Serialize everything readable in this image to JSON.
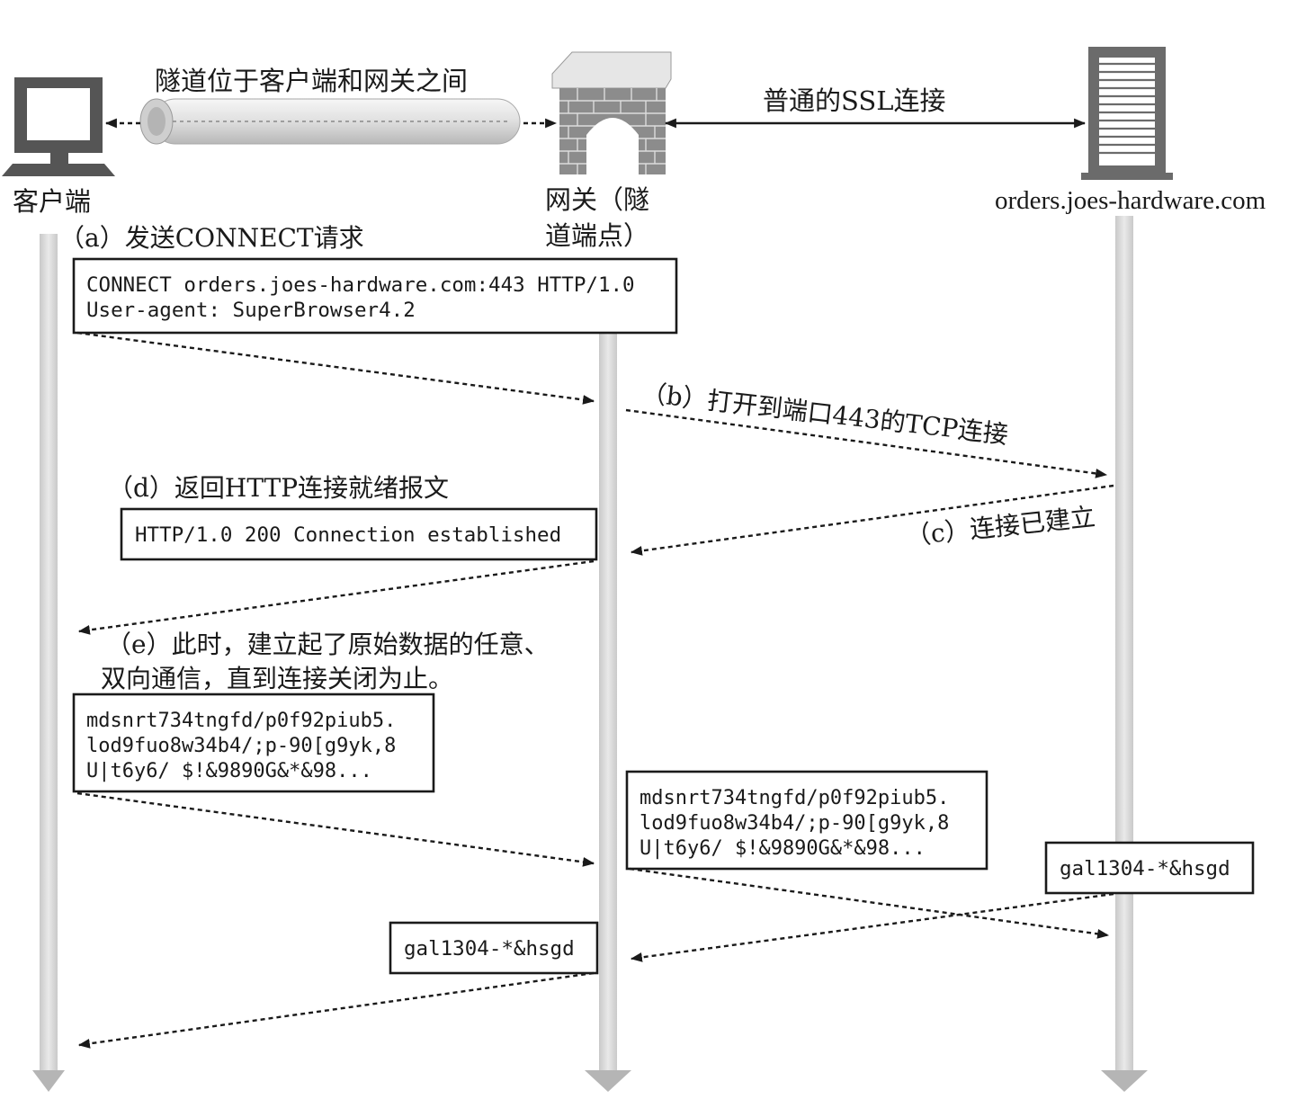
{
  "actors": {
    "client_label": "客户端",
    "gateway_label_line1": "网关（隧",
    "gateway_label_line2": "道端点）",
    "server_label": "orders.joes-hardware.com"
  },
  "header": {
    "tunnel_label": "隧道位于客户端和网关之间",
    "ssl_label": "普通的SSL连接"
  },
  "steps": {
    "a_label": "（a）发送CONNECT请求",
    "b_label": "（b）打开到端口443的TCP连接",
    "c_label": "（c）连接已建立",
    "d_label": "（d）返回HTTP连接就绪报文",
    "e_label_line1": "（e）此时，建立起了原始数据的任意、",
    "e_label_line2": "双向通信，直到连接关闭为止。"
  },
  "messages": {
    "connect_line1": "CONNECT orders.joes-hardware.com:443 HTTP/1.0",
    "connect_line2": "User-agent: SuperBrowser4.2",
    "established": "HTTP/1.0 200 Connection established",
    "raw_client_line1": "mdsnrt734tngfd/p0f92piub5.",
    "raw_client_line2": "lod9fuo8w34b4/;p-90[g9yk,8",
    "raw_client_line3": "U|t6y6/ $!&9890G&*&98...",
    "raw_gateway_line1": "mdsnrt734tngfd/p0f92piub5.",
    "raw_gateway_line2": "lod9fuo8w34b4/;p-90[g9yk,8",
    "raw_gateway_line3": "U|t6y6/ $!&9890G&*&98...",
    "reply_server": "gal1304-*&hsgd",
    "reply_gateway": "gal1304-*&hsgd"
  },
  "icons": {
    "client": "computer-monitor-icon",
    "gateway": "brick-gateway-icon",
    "server": "server-tower-icon"
  }
}
